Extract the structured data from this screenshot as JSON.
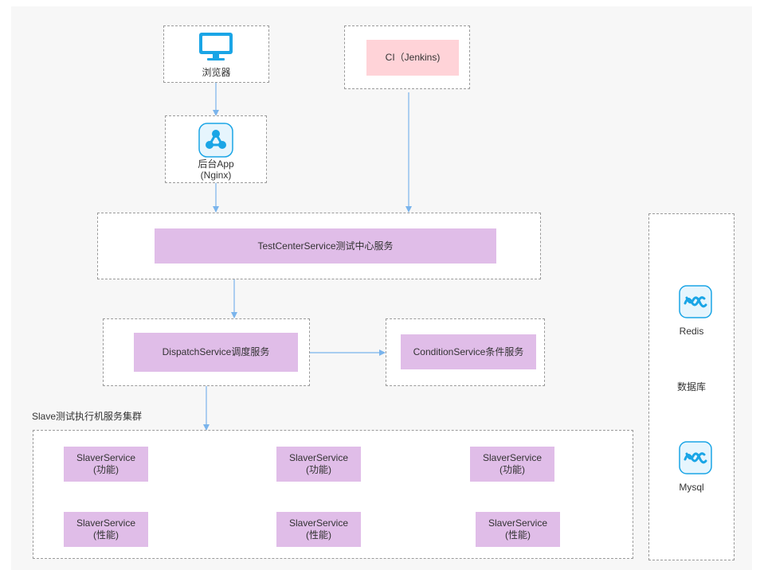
{
  "browser": {
    "label": "浏览器",
    "icon": "monitor-icon"
  },
  "ci": {
    "label": "CI（Jenkins)"
  },
  "backend": {
    "line1": "后台App",
    "line2": "(Nginx)",
    "icon": "network-icon"
  },
  "test_center": {
    "label": "TestCenterService测试中心服务"
  },
  "dispatch": {
    "label": "DispatchService调度服务"
  },
  "condition": {
    "label": "ConditionService条件服务"
  },
  "slave_cluster": {
    "title": "Slave测试执行机服务集群",
    "nodes": [
      {
        "name": "SlaverService",
        "type": "(功能)"
      },
      {
        "name": "SlaverService",
        "type": "(功能)"
      },
      {
        "name": "SlaverService",
        "type": "(功能)"
      },
      {
        "name": "SlaverService",
        "type": "(性能)"
      },
      {
        "name": "SlaverService",
        "type": "(性能)"
      },
      {
        "name": "SlaverService",
        "type": "(性能)"
      }
    ]
  },
  "database": {
    "label": "数据库",
    "redis": {
      "label": "Redis",
      "icon": "database-wave-icon"
    },
    "mysql": {
      "label": "Mysql",
      "icon": "database-wave-icon"
    }
  },
  "colors": {
    "service": "#e0bde8",
    "ci": "#ffd3d8",
    "arrow": "#7ab4ec",
    "icon": "#1aa5e6"
  }
}
